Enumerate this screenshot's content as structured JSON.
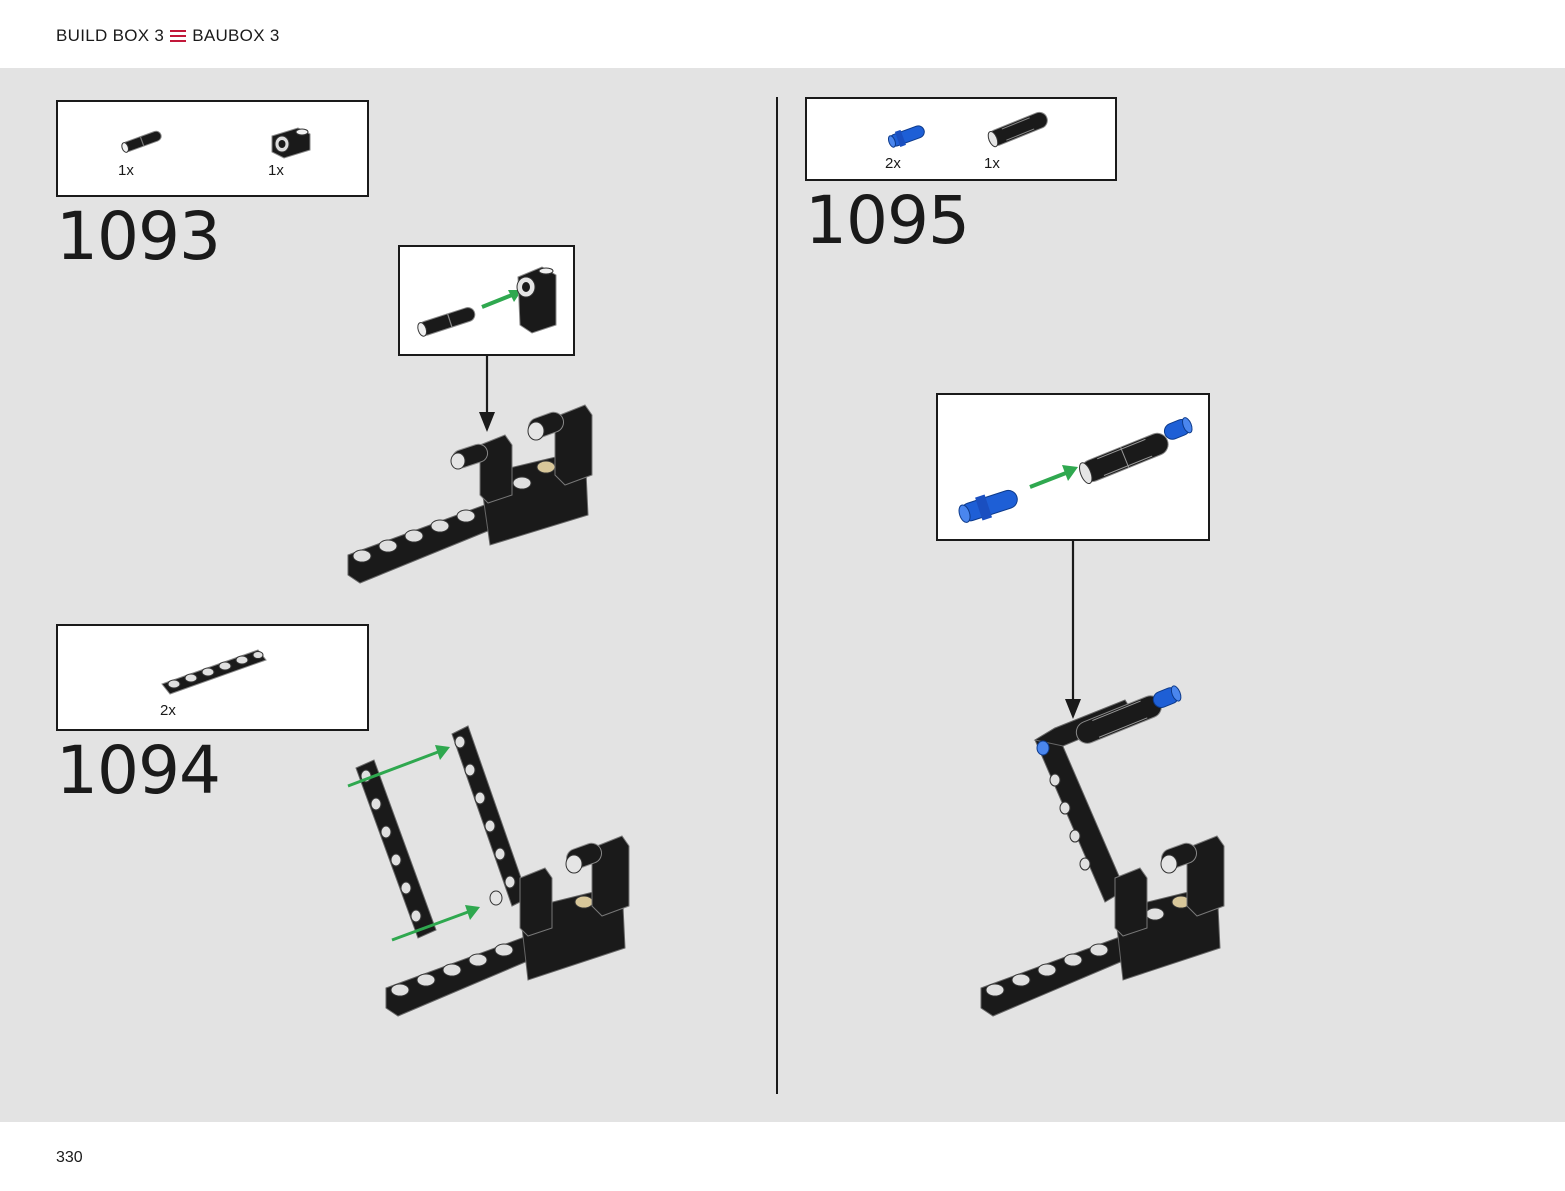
{
  "header": {
    "left_label": "BUILD BOX 3",
    "right_label": "BAUBOX 3"
  },
  "footer": {
    "page_number": "330"
  },
  "steps": [
    {
      "number": "1093",
      "parts": [
        {
          "qty": "1x",
          "icon": "pin-icon"
        },
        {
          "qty": "1x",
          "icon": "connector-icon"
        }
      ]
    },
    {
      "number": "1094",
      "parts": [
        {
          "qty": "2x",
          "icon": "beam-icon"
        }
      ]
    },
    {
      "number": "1095",
      "parts": [
        {
          "qty": "2x",
          "icon": "blue-pin-icon"
        },
        {
          "qty": "1x",
          "icon": "axle-connector-icon"
        }
      ]
    }
  ],
  "colors": {
    "brand_accent": "#c2183a",
    "arrow_green": "#2fa84f",
    "part_blue": "#1e5fd6",
    "part_black": "#1a1a1a",
    "background": "#e3e3e3"
  }
}
